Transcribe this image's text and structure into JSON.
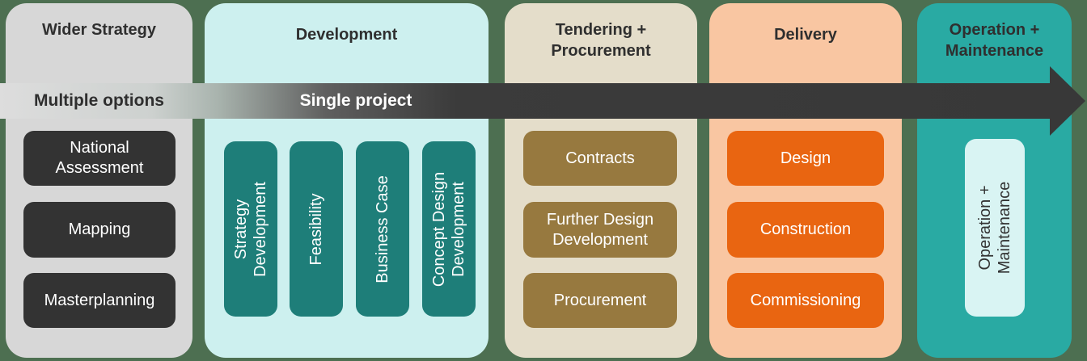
{
  "diagram": {
    "background_color": "#4d6f51",
    "arrow": {
      "multiple_options_label": "Multiple options",
      "single_project_label": "Single project",
      "color_dark": "#383838",
      "color_light": "#dddddd"
    },
    "columns": [
      {
        "title": "Wider Strategy",
        "bg_color": "#d7d7d7",
        "item_bg_color": "#333333",
        "item_text_color": "#ffffff",
        "items": [
          "National Assessment",
          "Mapping",
          "Masterplanning"
        ]
      },
      {
        "title": "Development",
        "bg_color": "#cdf0ef",
        "item_bg_color": "#1e7e79",
        "item_text_color": "#ffffff",
        "items": [
          "Strategy Development",
          "Feasibility",
          "Business Case",
          "Concept Design Development"
        ]
      },
      {
        "title": "Tendering + Procurement",
        "bg_color": "#e4ddca",
        "item_bg_color": "#97793f",
        "item_text_color": "#ffffff",
        "items": [
          "Contracts",
          "Further Design Development",
          "Procurement"
        ]
      },
      {
        "title": "Delivery",
        "bg_color": "#f9c6a2",
        "item_bg_color": "#e96511",
        "item_text_color": "#ffffff",
        "items": [
          "Design",
          "Construction",
          "Commissioning"
        ]
      },
      {
        "title": "Operation + Maintenance",
        "bg_color": "#29aaa3",
        "item_bg_color": "#d9f4f3",
        "item_text_color": "#333333",
        "items": [
          "Operation + Maintenance"
        ]
      }
    ]
  }
}
